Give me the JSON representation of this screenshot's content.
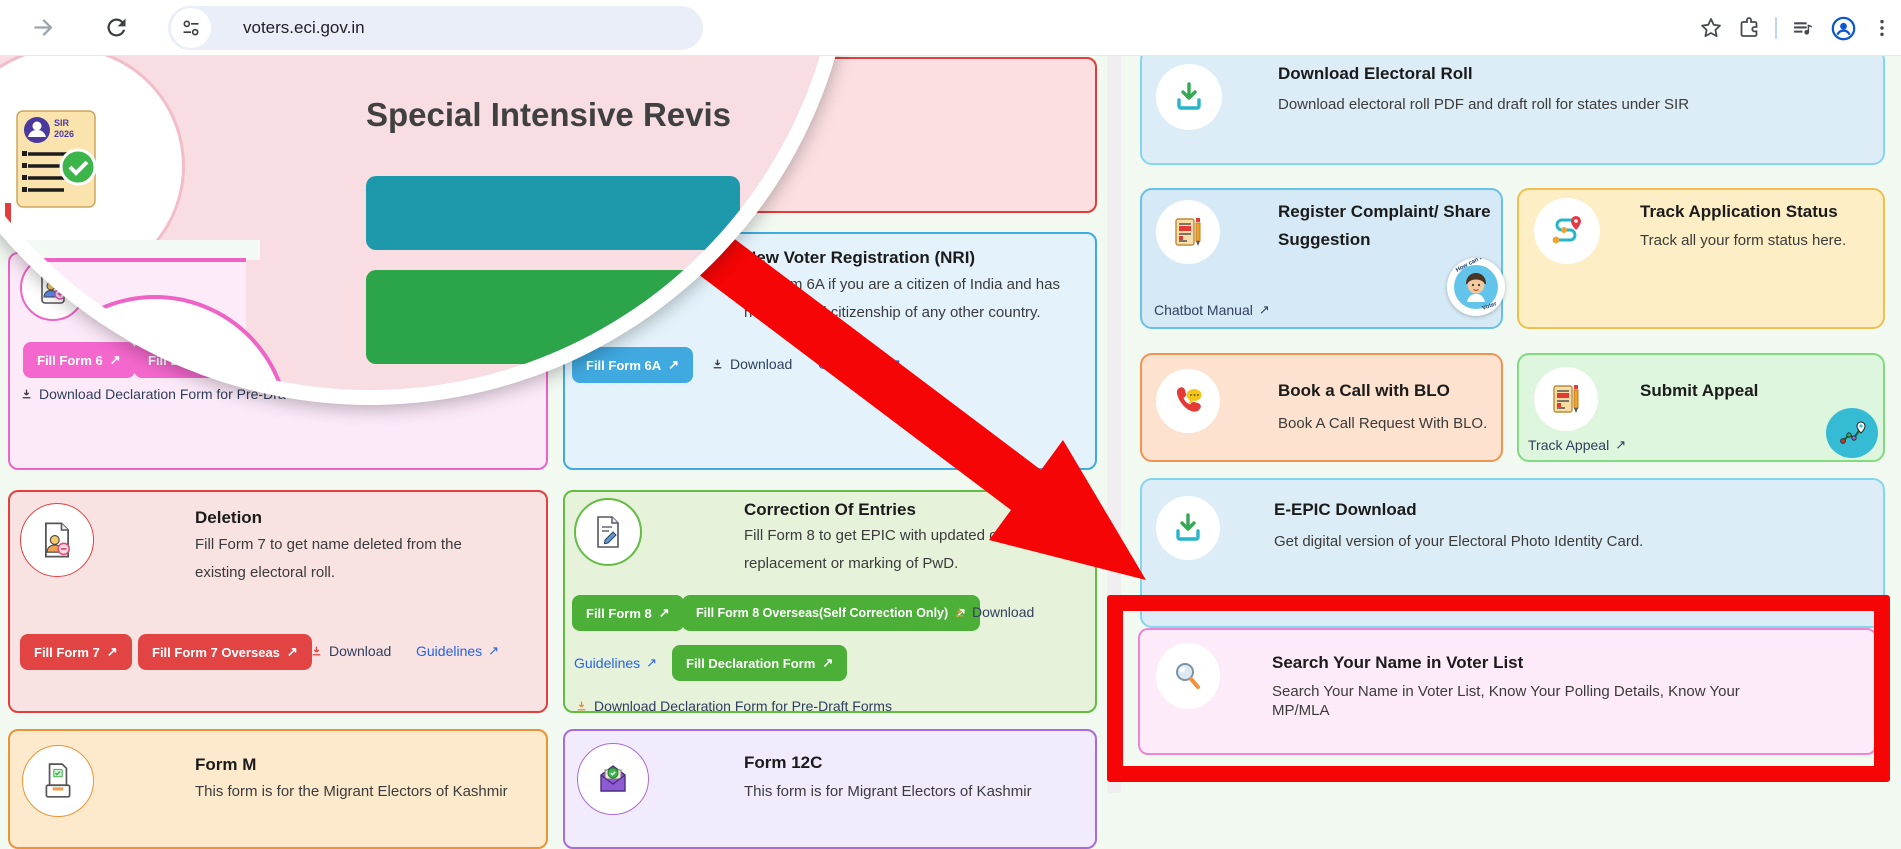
{
  "browser": {
    "url": "voters.eci.gov.in"
  },
  "lens": {
    "title": "Special Intensive Revis",
    "badge_top": "SIR",
    "badge_year": "2026"
  },
  "cards": {
    "form6": {
      "fill_form6": "Fill Form 6",
      "fill_d": "Fill D",
      "declaration_link": "Download Declaration Form for Pre-Dra"
    },
    "deletion": {
      "title": "Deletion",
      "body_l1": "Fill Form 7 to get name deleted from the",
      "body_l2": "existing electoral roll.",
      "fill_form7": "Fill Form 7",
      "fill_form7_overseas": "Fill Form 7 Overseas",
      "download": "Download",
      "guidelines": "Guidelines"
    },
    "form_m": {
      "title": "Form M",
      "body": "This form is for the Migrant Electors of Kashmir"
    },
    "nri": {
      "title": "New Voter Registration (NRI)",
      "body_l1": "Fill Form 6A if you are a citizen of India and has",
      "body_l2": "not acquired citizenship of any other country.",
      "fill_form6a": "Fill Form 6A",
      "download": "Download",
      "guidelines": "Guidelines"
    },
    "correction": {
      "title": "Correction Of Entries",
      "body_l1": "Fill Form 8 to get EPIC with updated or",
      "body_l2": "replacement or marking of PwD.",
      "fill_form8": "Fill Form 8",
      "fill_form8_overseas": "Fill Form 8 Overseas(Self Correction Only)",
      "download": "Download",
      "guidelines": "Guidelines",
      "fill_declaration": "Fill Declaration Form",
      "declaration_link": "Download Declaration Form for Pre-Draft Forms"
    },
    "form_12c": {
      "title": "Form 12C",
      "body": "This form is for Migrant Electors of Kashmir"
    },
    "electoral_roll": {
      "title": "Download Electoral Roll",
      "body": "Download electoral roll PDF and draft roll for states under SIR"
    },
    "complaint": {
      "title_l1": "Register Complaint/ Share",
      "title_l2": "Suggestion",
      "chatbot_link": "Chatbot Manual"
    },
    "track_status": {
      "title": "Track Application Status",
      "body": "Track all your form status here."
    },
    "book_call": {
      "title": "Book a Call with BLO",
      "body": "Book A Call Request With BLO."
    },
    "submit_appeal": {
      "title": "Submit Appeal",
      "track_link": "Track Appeal"
    },
    "epic": {
      "title": "E-EPIC Download",
      "body": "Get digital version of your Electoral Photo Identity Card."
    },
    "search": {
      "title": "Search Your Name in Voter List",
      "body_l1": "Search Your Name in Voter List, Know Your Polling Details, Know Your",
      "body_l2": "MP/MLA"
    }
  },
  "colors": {
    "annotation_red": "#f50505",
    "link_blue": "#2563eb",
    "link_navy": "#32405e"
  }
}
